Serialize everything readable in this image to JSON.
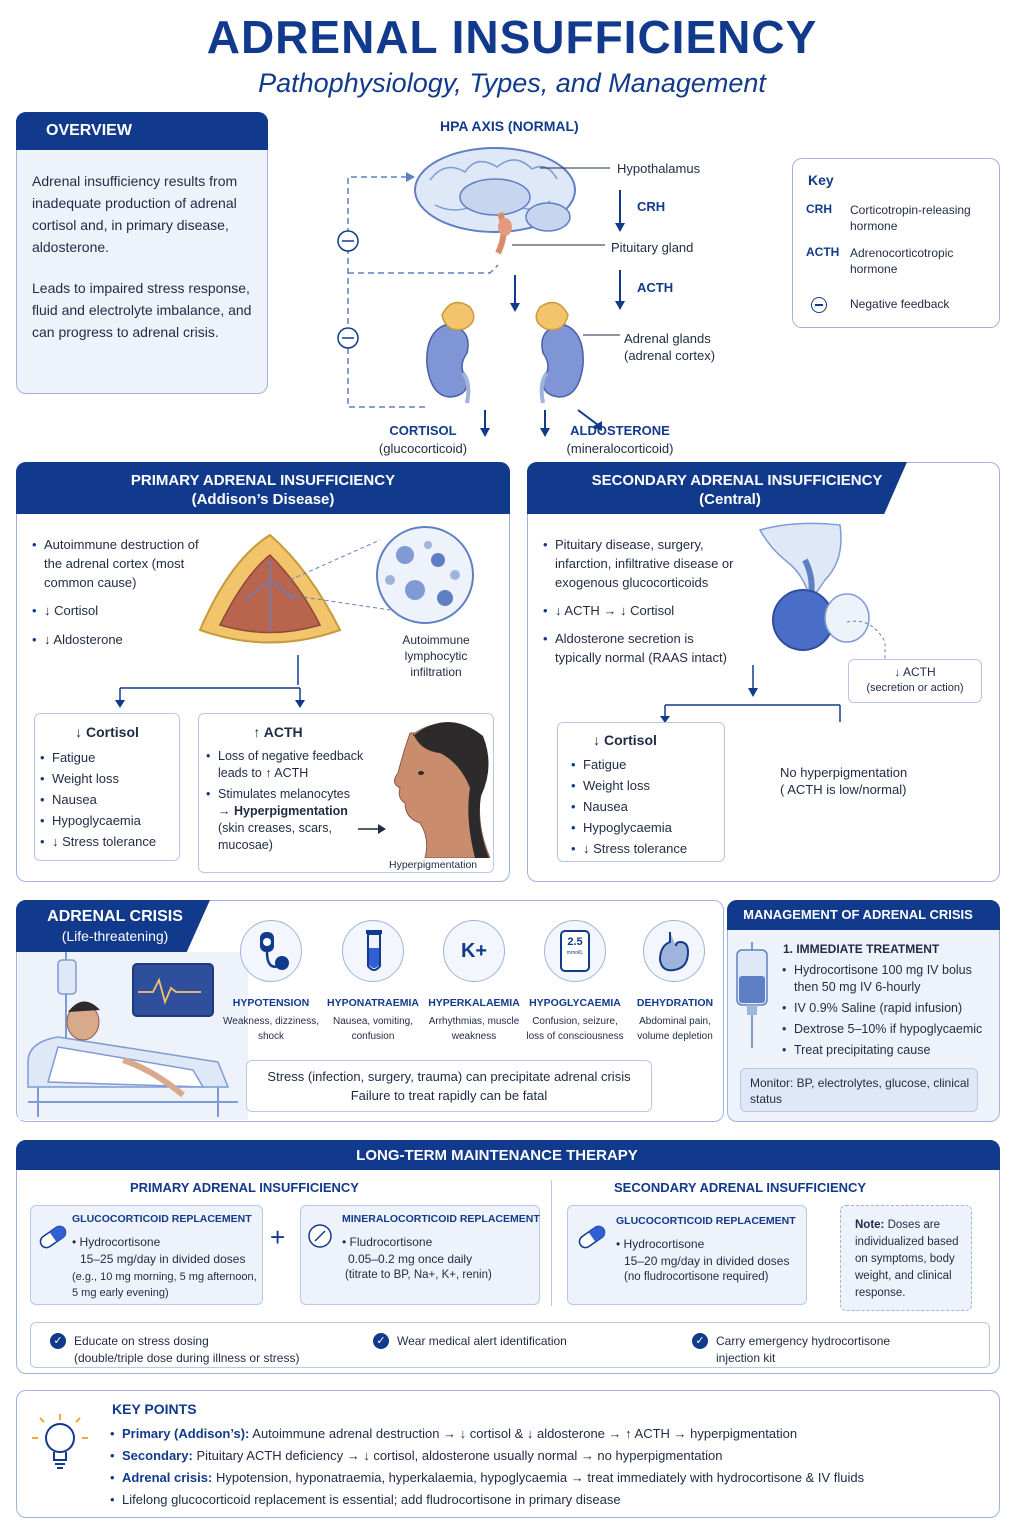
{
  "title": "ADRENAL INSUFFICIENCY",
  "subtitle": "Pathophysiology, Types, and Management",
  "overview": {
    "heading": "OVERVIEW",
    "p1": "Adrenal insufficiency results from inadequate production of adrenal cortisol and, in primary disease, aldosterone.",
    "p2": "Leads to impaired stress response, fluid and electrolyte imbalance, and can progress to adrenal crisis."
  },
  "hpa": {
    "heading": "HPA AXIS (NORMAL)",
    "hypothalamus": "Hypothalamus",
    "crh": "CRH",
    "pituitary": "Pituitary gland",
    "acth": "ACTH",
    "adrenal": "Adrenal glands",
    "adrenal_sub": "(adrenal cortex)",
    "cortisol": "CORTISOL",
    "cortisol_sub": "(glucocorticoid)",
    "aldosterone": "ALDOSTERONE",
    "aldosterone_sub": "(mineralocorticoid)",
    "neg": "−"
  },
  "key": {
    "heading": "Key",
    "crh_abbr": "CRH",
    "crh_def": "Corticotropin-releasing hormone",
    "acth_abbr": "ACTH",
    "acth_def": "Adrenocorticotropic hormone",
    "neg_def": "Negative feedback"
  },
  "primary": {
    "heading1": "PRIMARY ADRENAL INSUFFICIENCY",
    "heading2": "(Addison’s Disease)",
    "b1": "Autoimmune destruction of the adrenal cortex (most common cause)",
    "b2": "↓ Cortisol",
    "b3": "↓ Aldosterone",
    "micro_label": "Autoimmune lymphocytic infiltration",
    "cortisol_title": "↓ Cortisol",
    "cortisol_items": [
      "Fatigue",
      "Weight loss",
      "Nausea",
      "Hypoglycaemia",
      "↓ Stress tolerance"
    ],
    "acth_title": "↑ ACTH",
    "acth_b1": "Loss of negative feedback leads to ↑ ACTH",
    "acth_b2a": "Stimulates melanocytes",
    "acth_b2b": "→ Hyperpigmentation",
    "acth_b2c": "(skin creases, scars, mucosae)",
    "hyper_label": "Hyperpigmentation"
  },
  "secondary": {
    "heading1": "SECONDARY ADRENAL INSUFFICIENCY",
    "heading2": "(Central)",
    "b1": "Pituitary disease, surgery, infarction, infiltrative disease or exogenous glucocorticoids",
    "b2": "↓ ACTH → ↓ Cortisol",
    "b3": "Aldosterone secretion is typically normal (RAAS intact)",
    "acth_box1": "↓ ACTH",
    "acth_box2": "(secretion or action)",
    "cortisol_title": "↓ Cortisol",
    "cortisol_items": [
      "Fatigue",
      "Weight loss",
      "Nausea",
      "Hypoglycaemia",
      "↓ Stress tolerance"
    ],
    "nohyper1": "No hyperpigmentation",
    "nohyper2": "( ACTH is low/normal)"
  },
  "crisis": {
    "heading1": "ADRENAL CRISIS",
    "heading2": "(Life-threatening)",
    "symptoms": [
      {
        "title": "HYPOTENSION",
        "desc": "Weakness, dizziness, shock",
        "icon": "blood-pressure-cuff-icon"
      },
      {
        "title": "HYPONATRAEMIA",
        "desc": "Nausea, vomiting, confusion",
        "icon": "test-tube-icon"
      },
      {
        "title": "HYPERKALAEMIA",
        "desc": "Arrhythmias, muscle weakness",
        "icon": "potassium-icon"
      },
      {
        "title": "HYPOGLYCAEMIA",
        "desc": "Confusion, seizure, loss of consciousness",
        "icon": "glucometer-icon"
      },
      {
        "title": "DEHYDRATION",
        "desc": "Abdominal pain, volume depletion",
        "icon": "stomach-icon"
      }
    ],
    "k_symbol": "K+",
    "glucose_reading": "2.5",
    "glucose_unit": "mmol/L",
    "warn1": "Stress (infection, surgery, trauma) can precipitate adrenal crisis",
    "warn2": "Failure to treat rapidly can be fatal"
  },
  "management": {
    "heading": "MANAGEMENT OF ADRENAL CRISIS",
    "sub": "1. IMMEDIATE TREATMENT",
    "items": [
      "Hydrocortisone 100 mg IV bolus then 50 mg IV 6-hourly",
      "IV 0.9% Saline (rapid infusion)",
      "Dextrose 5–10% if hypoglycaemic",
      "Treat precipitating cause"
    ],
    "monitor": "Monitor: BP, electrolytes, glucose, clinical status"
  },
  "longterm": {
    "heading": "LONG-TERM MAINTENANCE THERAPY",
    "primary_heading": "PRIMARY ADRENAL INSUFFICIENCY",
    "gluco_title": "GLUCOCORTICOID REPLACEMENT",
    "gluco_l1": "• Hydrocortisone",
    "gluco_l2": "15–25 mg/day in divided doses",
    "gluco_l3": "(e.g., 10 mg morning, 5 mg afternoon, 5 mg early evening)",
    "plus": "+",
    "mineral_title": "MINERALOCORTICOID REPLACEMENT",
    "mineral_l1": "• Fludrocortisone",
    "mineral_l2": "0.05–0.2 mg once daily",
    "mineral_l3": "(titrate to BP, Na+, K+, renin)",
    "secondary_heading": "SECONDARY ADRENAL INSUFFICIENCY",
    "sec_gluco_title": "GLUCOCORTICOID REPLACEMENT",
    "sec_l1": "• Hydrocortisone",
    "sec_l2": "15–20 mg/day in divided doses",
    "sec_l3": "(no fludrocortisone required)",
    "note_label": "Note:",
    "note_text": "Doses are individualized based on symptoms, body weight, and clinical response.",
    "tip1a": "Educate on stress dosing",
    "tip1b": "(double/triple dose during illness or stress)",
    "tip2": "Wear medical alert identification",
    "tip3a": "Carry emergency hydrocortisone",
    "tip3b": "injection kit"
  },
  "keypoints": {
    "heading": "KEY POINTS",
    "items": [
      {
        "label": "Primary (Addison’s):",
        "text": "Autoimmune adrenal destruction → ↓ cortisol & ↓ aldosterone → ↑ ACTH → hyperpigmentation"
      },
      {
        "label": "Secondary:",
        "text": "Pituitary ACTH deficiency → ↓ cortisol, aldosterone usually normal → no hyperpigmentation"
      },
      {
        "label": "Adrenal crisis:",
        "text": "Hypotension, hyponatraemia, hyperkalaemia, hypoglycaemia → treat immediately with hydrocortisone & IV fluids"
      },
      {
        "label": "",
        "text": "Lifelong glucocorticoid replacement is essential; add fludrocortisone in primary disease"
      }
    ]
  }
}
